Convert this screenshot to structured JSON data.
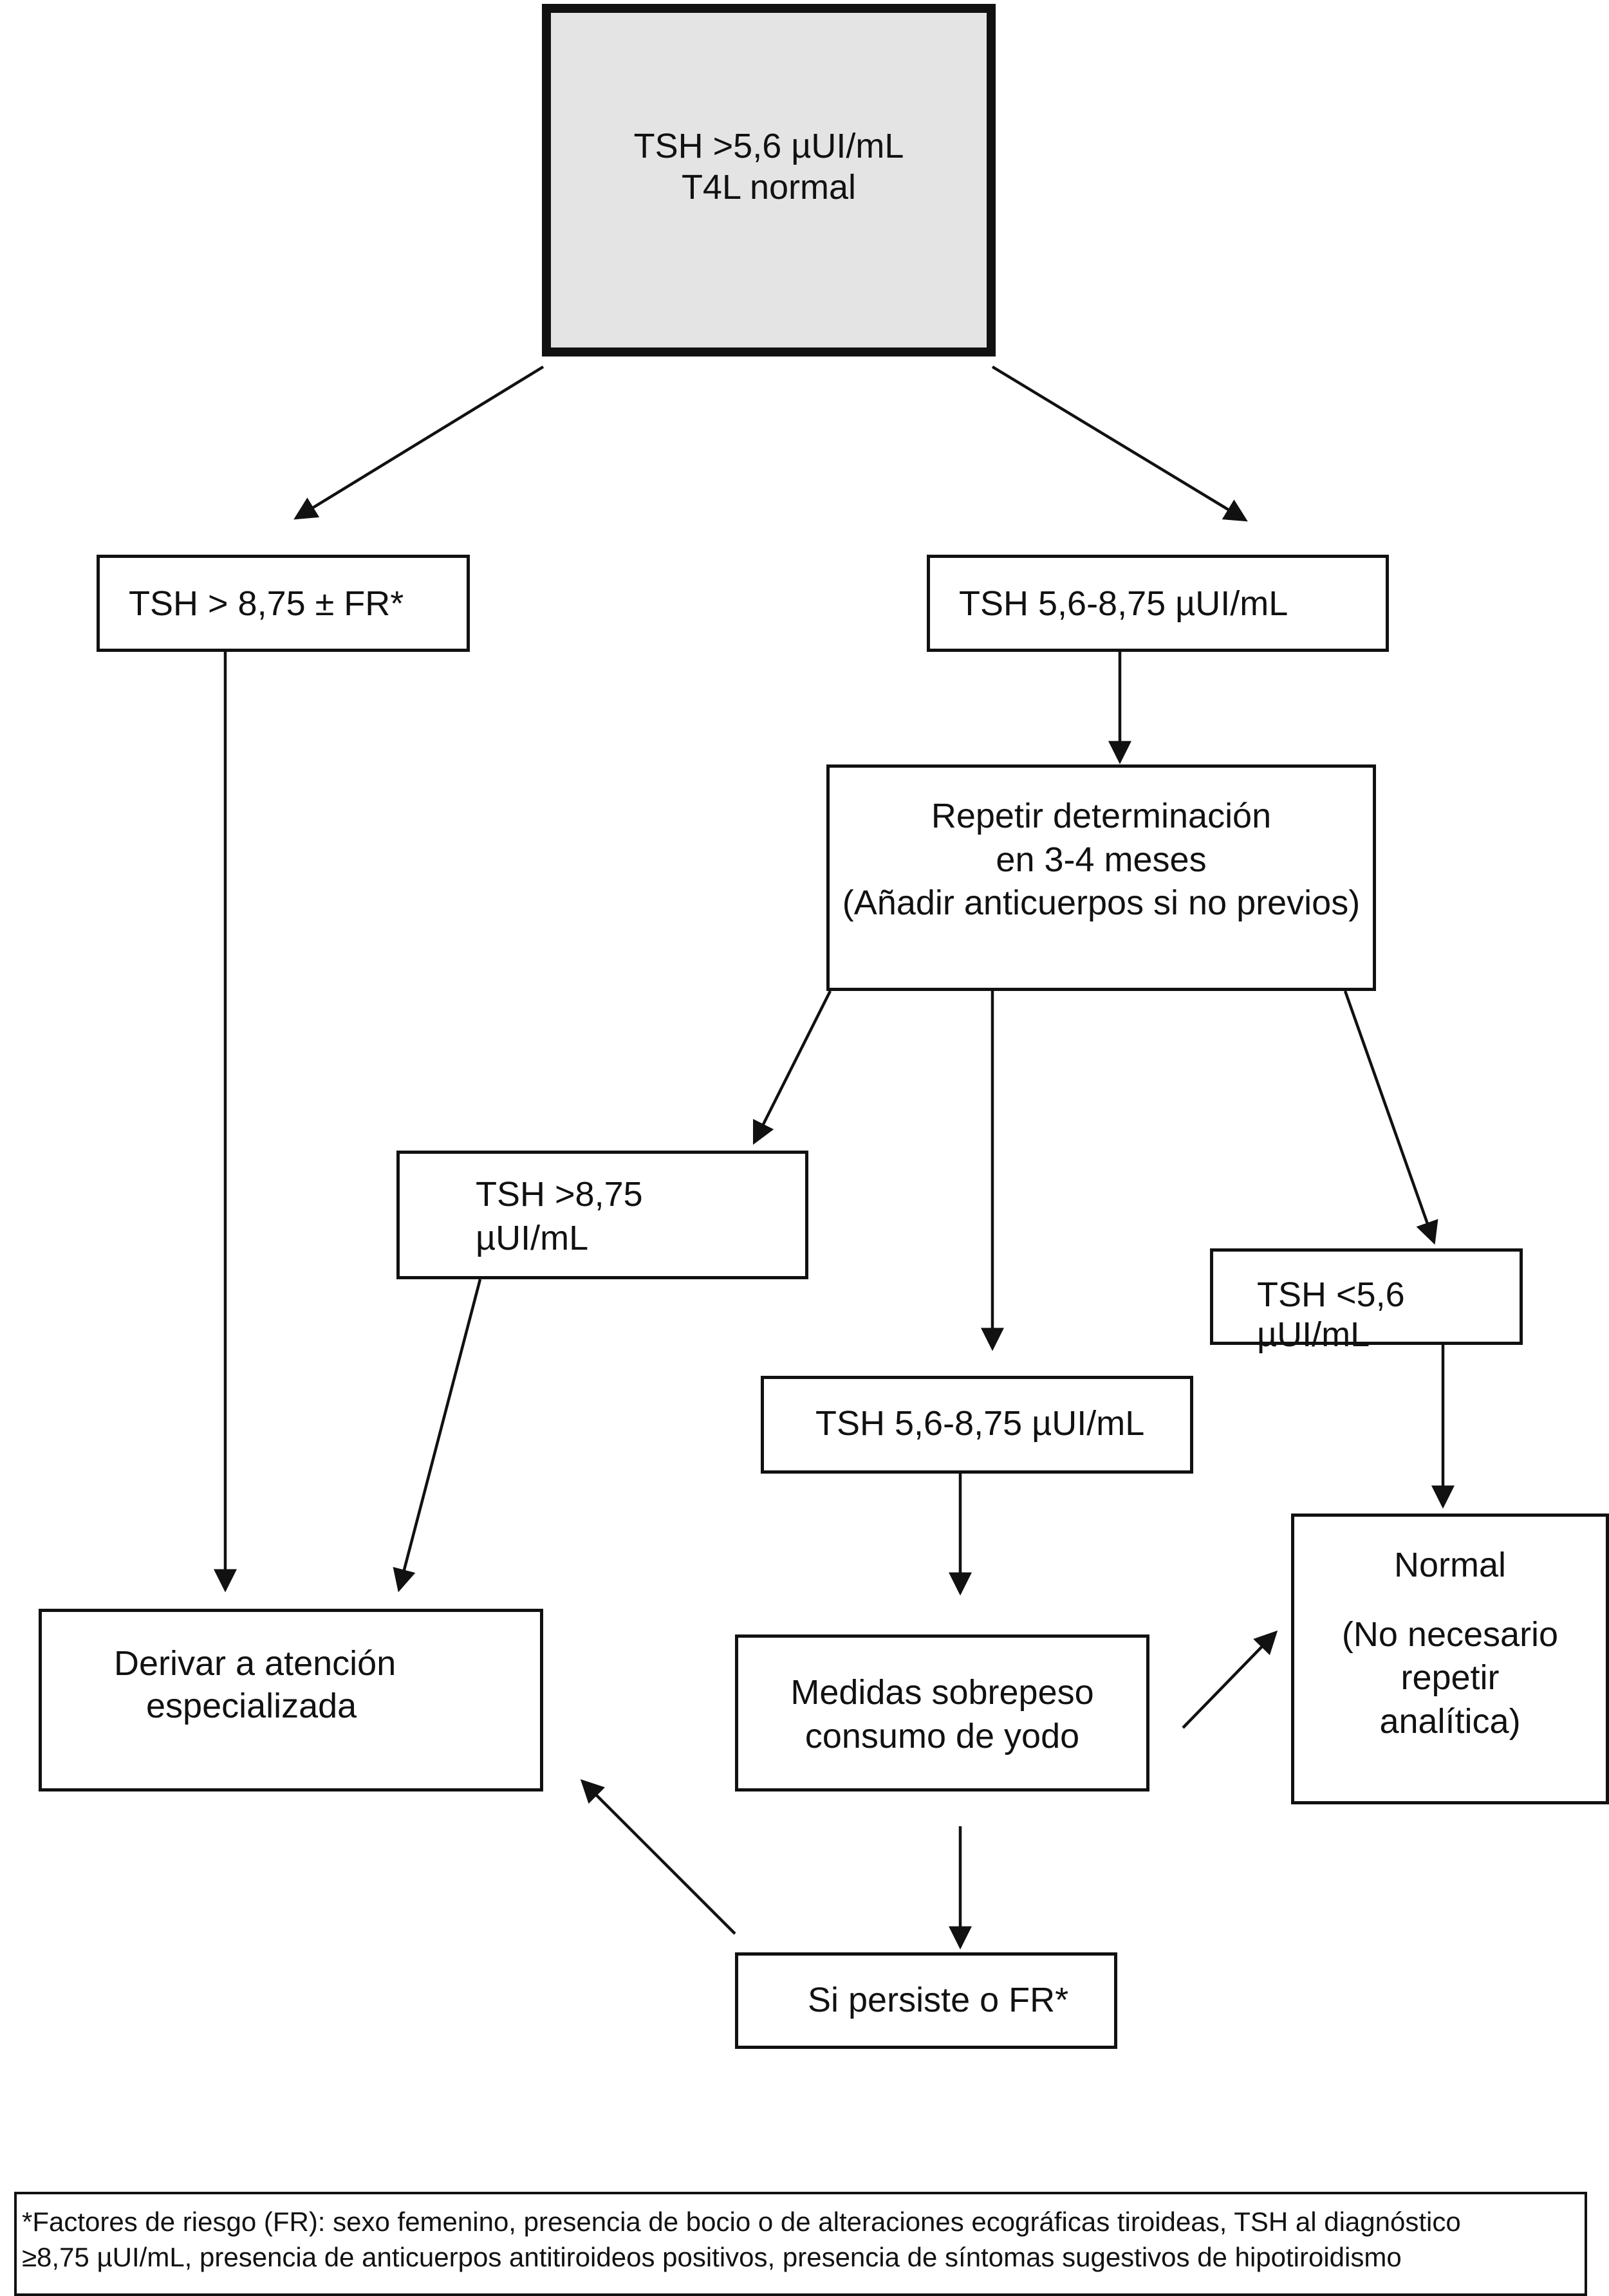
{
  "flowchart": {
    "start": {
      "line1": "TSH >5,6 µUI/mL",
      "line2": "T4L normal"
    },
    "branch_high": {
      "text": "TSH > 8,75 ± FR*"
    },
    "branch_mid": {
      "text": "TSH 5,6-8,75 µUI/mL"
    },
    "repeat": {
      "line1": "Repetir determinación",
      "line2": "en 3-4 meses",
      "line3": "(Añadir anticuerpos si no previos)"
    },
    "high_result": {
      "line1": "TSH >8,75",
      "line2": "µUI/mL"
    },
    "low_result": {
      "text": "TSH <5,6 µUI/mL"
    },
    "mid_result": {
      "text": "TSH 5,6-8,75 µUI/mL"
    },
    "derivar": {
      "line1": "Derivar a atención",
      "line2": "especializada"
    },
    "medidas": {
      "line1": "Medidas sobrepeso",
      "line2": "consumo de yodo"
    },
    "normal": {
      "line1": "Normal",
      "line2": "(No necesario",
      "line3": "repetir",
      "line4": "analítica)"
    },
    "persiste": {
      "text": "Si persiste o FR*"
    },
    "footnote": {
      "line1": "*Factores de riesgo (FR): sexo femenino, presencia de bocio o de alteraciones ecográficas tiroideas, TSH al diagnóstico",
      "line2": "≥8,75 µUI/mL, presencia de anticuerpos antitiroideos positivos, presencia de síntomas sugestivos de hipotiroidismo"
    }
  },
  "colors": {
    "start_fill": "#e4e4e4",
    "stroke": "#111111",
    "background": "#ffffff"
  }
}
